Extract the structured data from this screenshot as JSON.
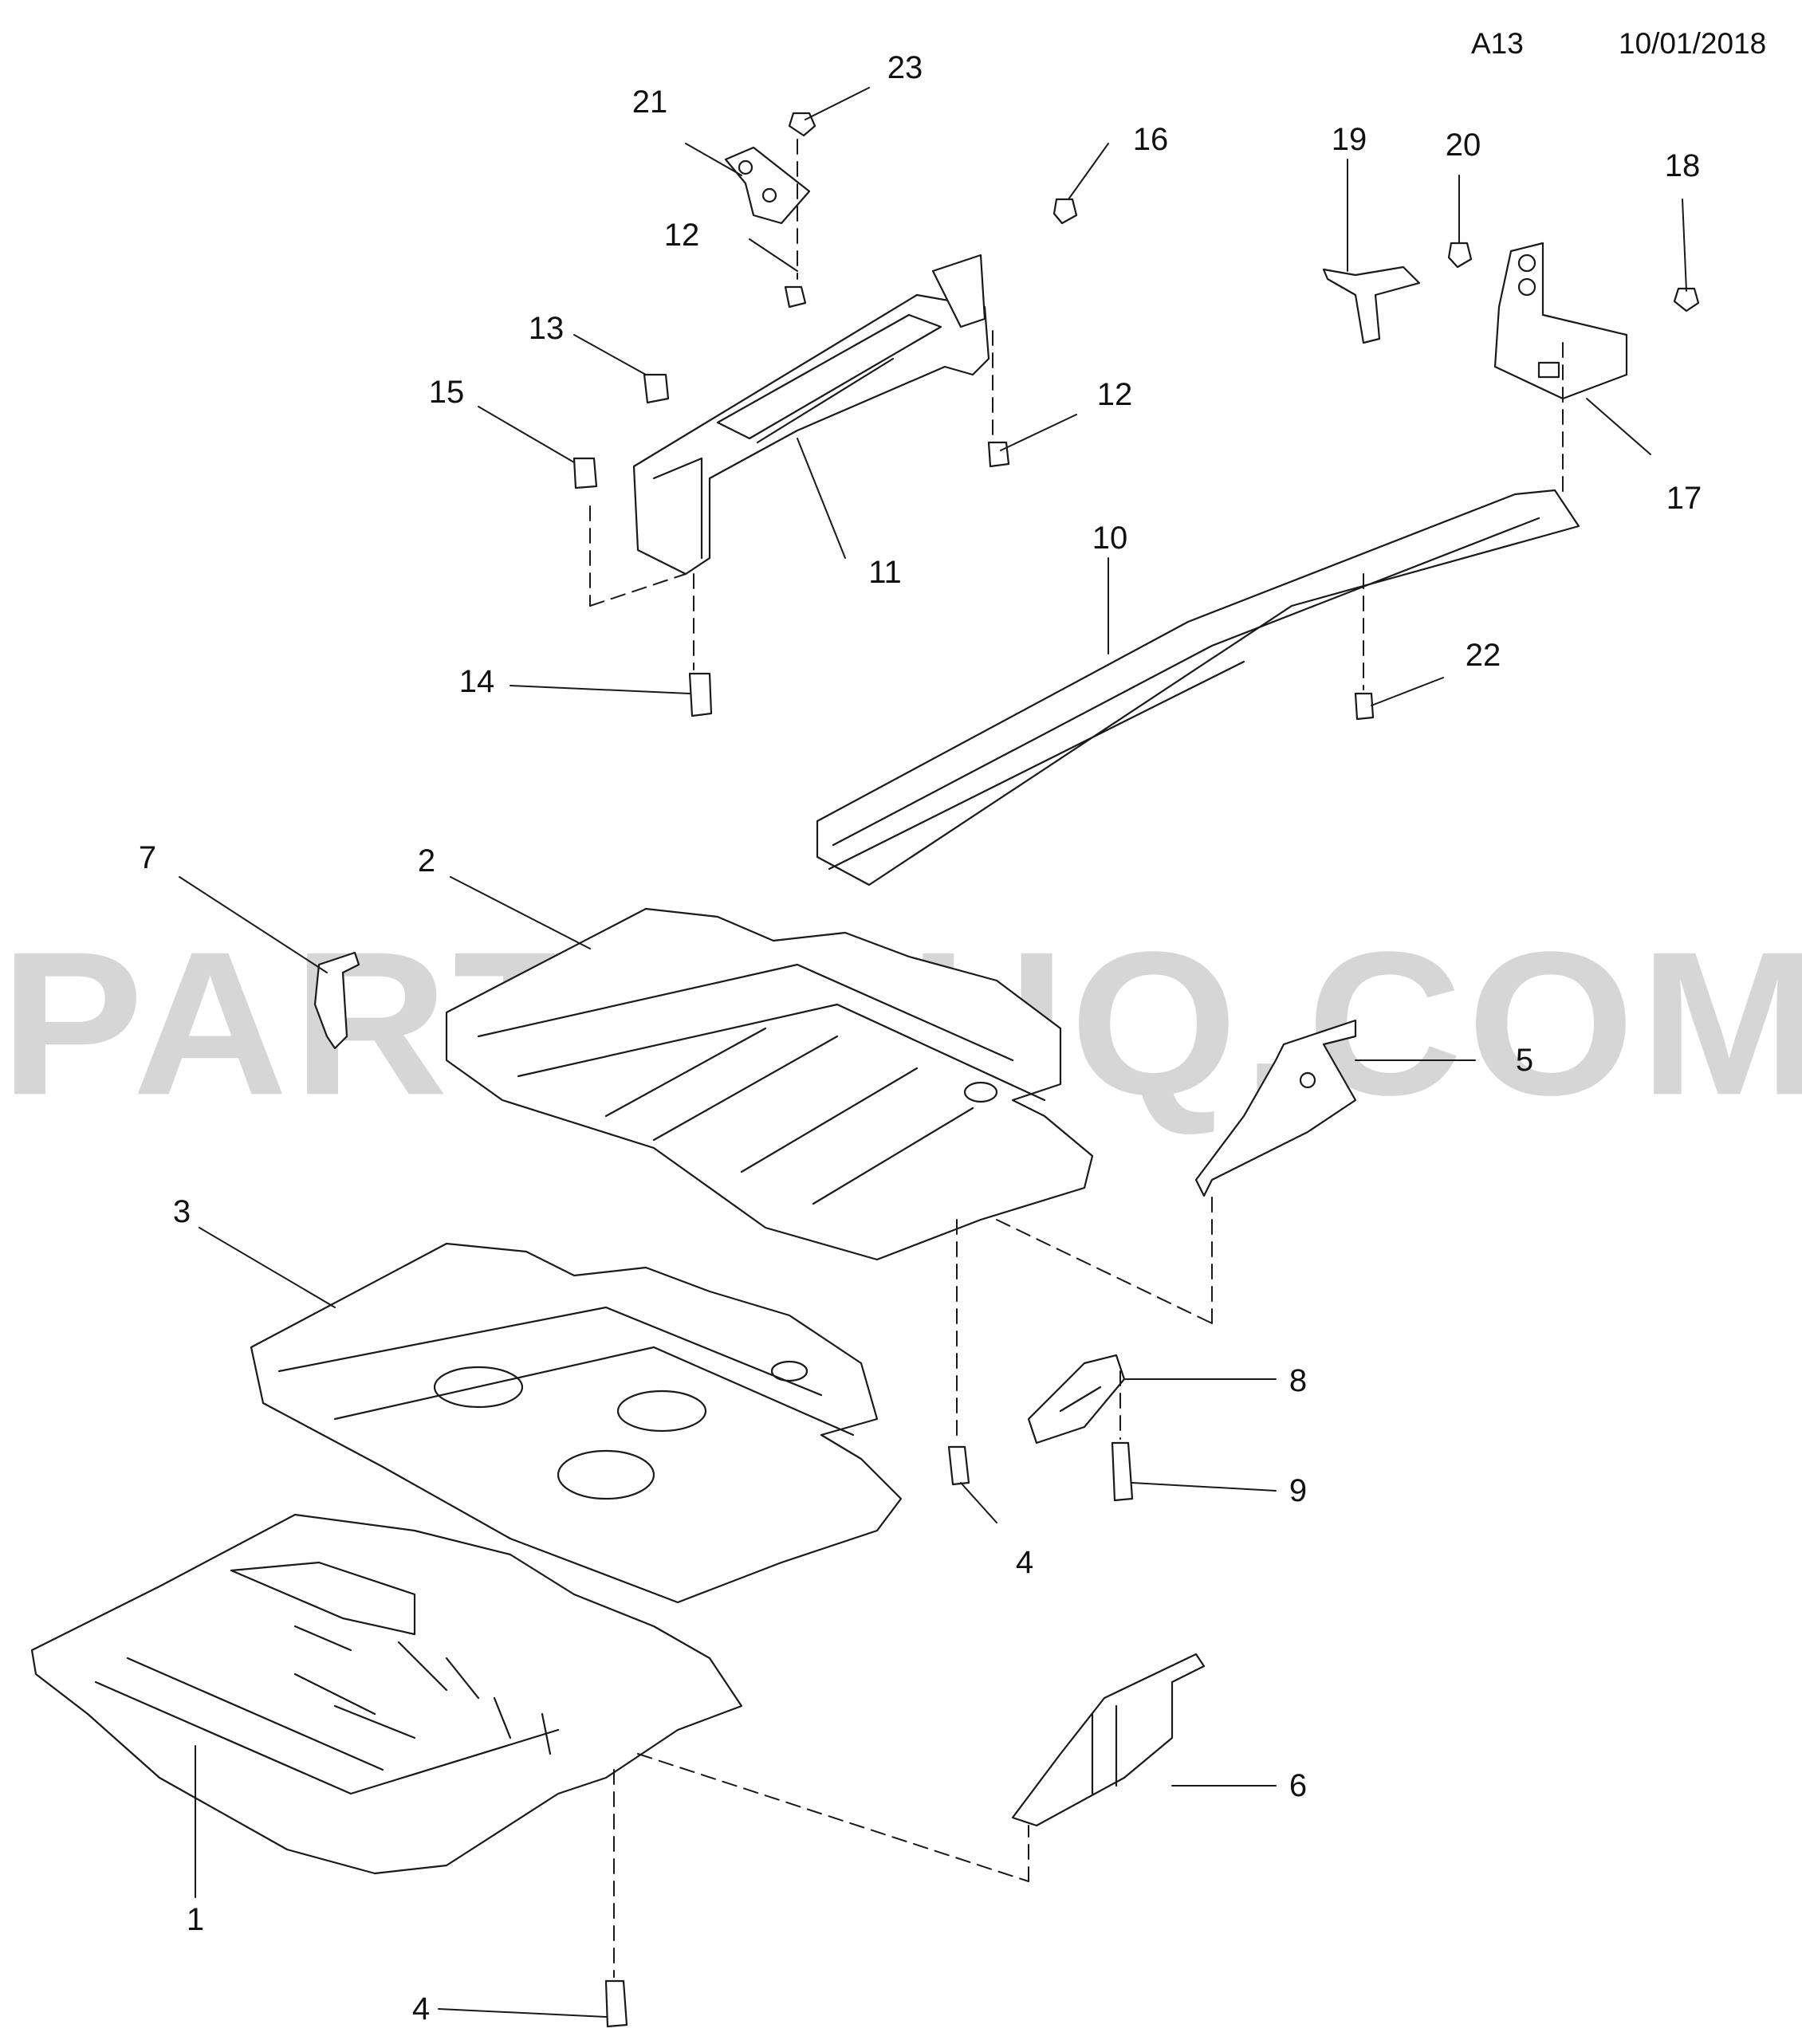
{
  "header": {
    "code": "A13",
    "date": "10/01/2018"
  },
  "watermark": "PARTSOUQ.COM",
  "callouts": [
    "1",
    "2",
    "3",
    "4",
    "4",
    "5",
    "6",
    "7",
    "8",
    "9",
    "10",
    "11",
    "12",
    "12",
    "13",
    "14",
    "15",
    "16",
    "17",
    "18",
    "19",
    "20",
    "21",
    "22",
    "23"
  ]
}
